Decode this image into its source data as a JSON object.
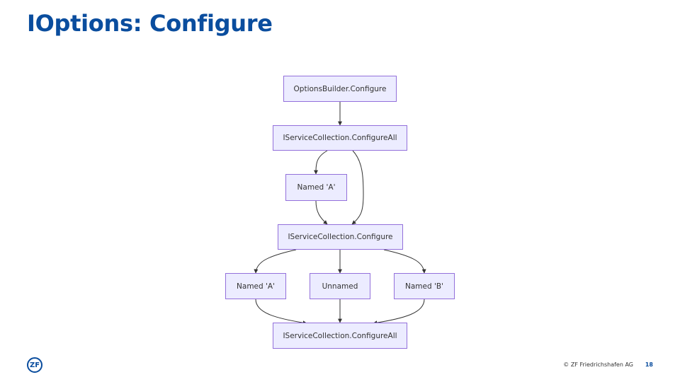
{
  "slide": {
    "title": "IOptions: Configure",
    "footer_copyright": "© ZF Friedrichshafen AG",
    "page_number": "18",
    "logo_text": "ZF"
  },
  "diagram": {
    "nodes": {
      "n1": "OptionsBuilder.Configure",
      "n2": "IServiceCollection.ConfigureAll",
      "n3": "Named 'A'",
      "n4": "IServiceCollection.Configure",
      "n5": "Named 'A'",
      "n6": "Unnamed",
      "n7": "Named 'B'",
      "n8": "IServiceCollection.ConfigureAll"
    },
    "edges": [
      [
        "n1",
        "n2"
      ],
      [
        "n2",
        "n3"
      ],
      [
        "n2",
        "n4"
      ],
      [
        "n3",
        "n4"
      ],
      [
        "n4",
        "n5"
      ],
      [
        "n4",
        "n6"
      ],
      [
        "n4",
        "n7"
      ],
      [
        "n5",
        "n8"
      ],
      [
        "n6",
        "n8"
      ],
      [
        "n7",
        "n8"
      ]
    ],
    "colors": {
      "node_fill": "#ececff",
      "node_border": "#9370db",
      "edge": "#333333",
      "title": "#0a4d9e"
    }
  }
}
